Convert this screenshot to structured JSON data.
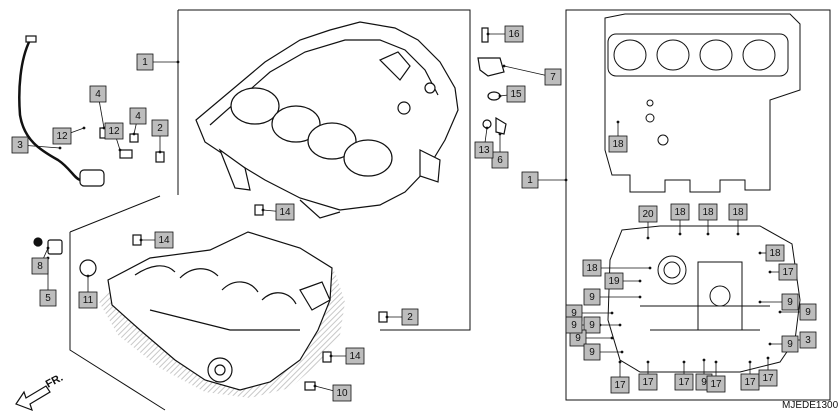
{
  "diagram_code": "MJEDE1300",
  "front_label": "FR.",
  "colors": {
    "box_fill": "#bdbdbd",
    "line": "#111111",
    "part_fill": "#ffffff",
    "hatch": "#c8c8c8"
  },
  "callouts": [
    {
      "id": "c-1-top",
      "label": "1"
    },
    {
      "id": "c-1-right",
      "label": "1"
    },
    {
      "id": "c-2-top",
      "label": "2"
    },
    {
      "id": "c-2-bottom",
      "label": "2"
    },
    {
      "id": "c-3-left",
      "label": "3"
    },
    {
      "id": "c-3-right",
      "label": "3"
    },
    {
      "id": "c-4-a",
      "label": "4"
    },
    {
      "id": "c-4-b",
      "label": "4"
    },
    {
      "id": "c-5",
      "label": "5"
    },
    {
      "id": "c-6",
      "label": "6"
    },
    {
      "id": "c-7",
      "label": "7"
    },
    {
      "id": "c-8",
      "label": "8"
    },
    {
      "id": "c-9-1",
      "label": "9"
    },
    {
      "id": "c-9-2",
      "label": "9"
    },
    {
      "id": "c-9-3",
      "label": "9"
    },
    {
      "id": "c-9-4",
      "label": "9"
    },
    {
      "id": "c-9-5",
      "label": "9"
    },
    {
      "id": "c-9-6",
      "label": "9"
    },
    {
      "id": "c-9-7",
      "label": "9"
    },
    {
      "id": "c-9-8",
      "label": "9"
    },
    {
      "id": "c-9-9",
      "label": "9"
    },
    {
      "id": "c-9-10",
      "label": "9"
    },
    {
      "id": "c-10",
      "label": "10"
    },
    {
      "id": "c-11",
      "label": "11"
    },
    {
      "id": "c-12-a",
      "label": "12"
    },
    {
      "id": "c-12-b",
      "label": "12"
    },
    {
      "id": "c-13",
      "label": "13"
    },
    {
      "id": "c-14-a",
      "label": "14"
    },
    {
      "id": "c-14-b",
      "label": "14"
    },
    {
      "id": "c-14-c",
      "label": "14"
    },
    {
      "id": "c-15",
      "label": "15"
    },
    {
      "id": "c-16",
      "label": "16"
    },
    {
      "id": "c-17-1",
      "label": "17"
    },
    {
      "id": "c-17-2",
      "label": "17"
    },
    {
      "id": "c-17-3",
      "label": "17"
    },
    {
      "id": "c-17-4",
      "label": "17"
    },
    {
      "id": "c-17-5",
      "label": "17"
    },
    {
      "id": "c-17-6",
      "label": "17"
    },
    {
      "id": "c-17-7",
      "label": "17"
    },
    {
      "id": "c-18-1",
      "label": "18"
    },
    {
      "id": "c-18-2",
      "label": "18"
    },
    {
      "id": "c-18-3",
      "label": "18"
    },
    {
      "id": "c-18-4",
      "label": "18"
    },
    {
      "id": "c-18-5",
      "label": "18"
    },
    {
      "id": "c-18-6",
      "label": "18"
    },
    {
      "id": "c-19",
      "label": "19"
    },
    {
      "id": "c-20",
      "label": "20"
    }
  ]
}
